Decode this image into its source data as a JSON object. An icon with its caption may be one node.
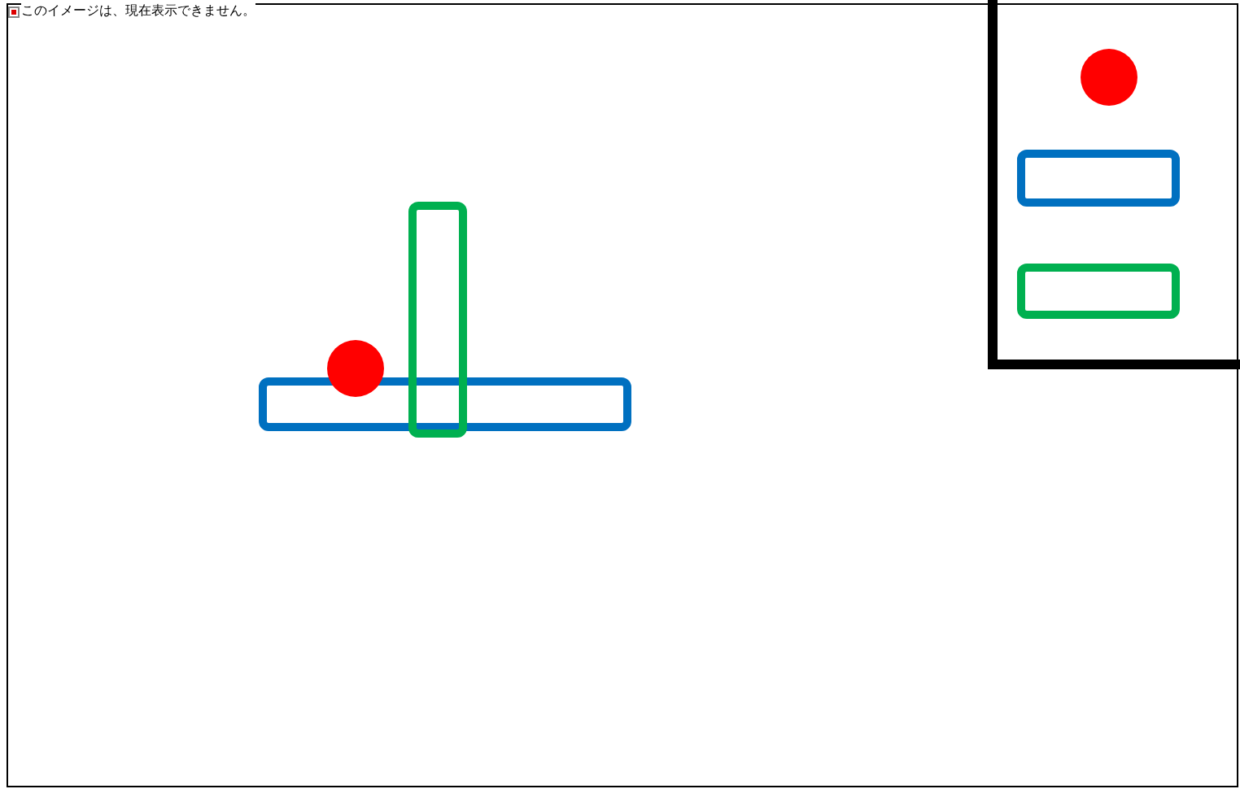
{
  "diagram": {
    "nodes": [
      {
        "text": [],
        "shape": "box"
      },
      {
        "text": [],
        "shape": "circle"
      },
      {
        "text": [],
        "shape": "box"
      },
      {
        "text": [],
        "shape": "box"
      },
      {
        "text": [],
        "shape": "circle",
        "in": 3
      },
      {
        "text": [],
        "shape": "box",
        "in": 3
      },
      {
        "text": [],
        "shape": "box",
        "in": 3
      }
    ],
    "edges": [],
    "labels": [
      "このイメージは、現在表示できません。"
    ]
  }
}
